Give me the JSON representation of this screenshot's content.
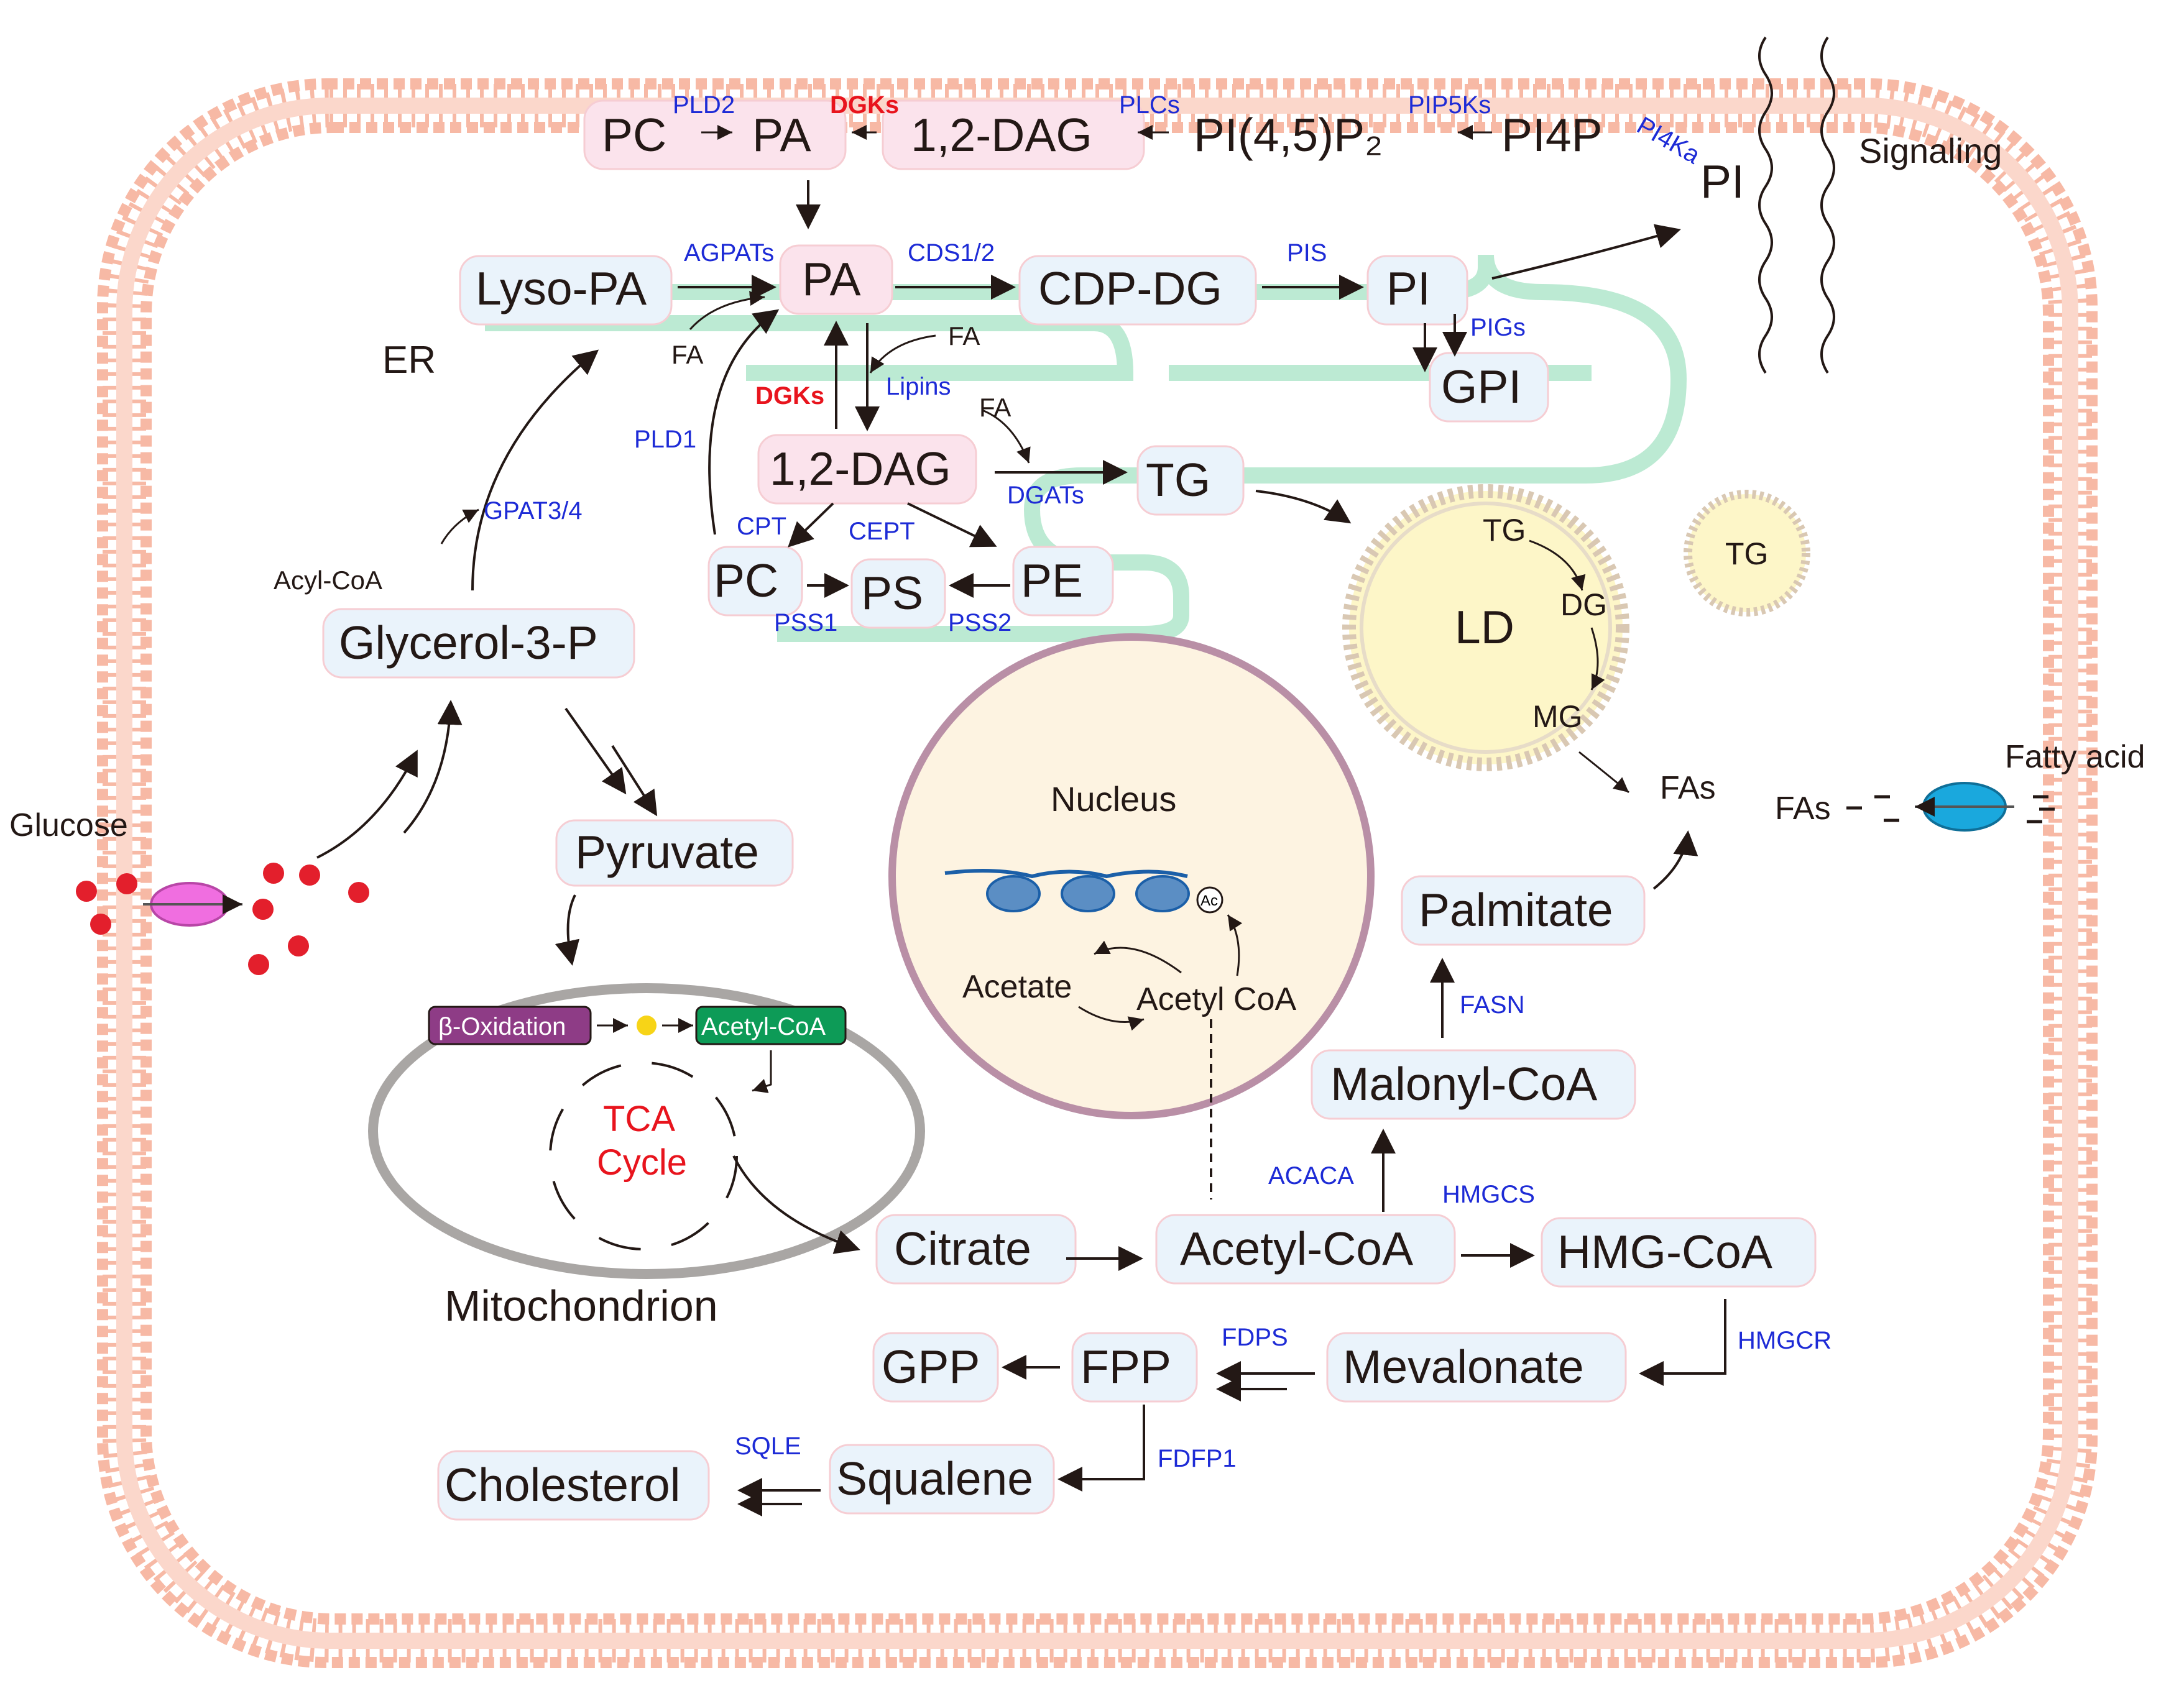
{
  "membrane": {
    "top": [
      "PC",
      "PA",
      "1,2-DAG",
      "PI(4,5)P₂",
      "PI4P",
      "PI"
    ],
    "enzymes": [
      "PLD2",
      "DGKs",
      "PLCs",
      "PIP5Ks",
      "PI4Ka"
    ],
    "signaling": "Signaling"
  },
  "er": {
    "label": "ER",
    "nodes": {
      "lyso_pa": "Lyso-PA",
      "pa": "PA",
      "cdp_dg": "CDP-DG",
      "pi": "PI",
      "gpi": "GPI",
      "dag": "1,2-DAG",
      "tg": "TG",
      "pc": "PC",
      "ps": "PS",
      "pe": "PE"
    },
    "enzymes": {
      "agpats": "AGPATs",
      "cds": "CDS1/2",
      "pis": "PIS",
      "pigs": "PIGs",
      "dgks": "DGKs",
      "lipins": "Lipins",
      "pld1": "PLD1",
      "dgats": "DGATs",
      "cpt": "CPT",
      "cept": "CEPT",
      "pss1": "PSS1",
      "pss2": "PSS2",
      "gpat": "GPAT3/4"
    },
    "small": {
      "fa1": "FA",
      "fa2": "FA",
      "fa3": "FA",
      "acyl_coa": "Acyl-CoA"
    }
  },
  "ld": {
    "label": "LD",
    "tg": "TG",
    "dg": "DG",
    "mg": "MG",
    "small_tg": "TG",
    "fas": "FAs"
  },
  "glycolysis": {
    "glucose": "Glucose",
    "g3p": "Glycerol-3-P",
    "pyruvate": "Pyruvate"
  },
  "mito": {
    "label": "Mitochondrion",
    "beta_ox": "β-Oxidation",
    "acetyl_coa": "Acetyl-CoA",
    "tca1": "TCA",
    "tca2": "Cycle"
  },
  "nucleus": {
    "label": "Nucleus",
    "acetate": "Acetate",
    "acetyl_coa": "Acetyl CoA",
    "ac": "Ac"
  },
  "fatty_acid": {
    "label": "Fatty acid",
    "fas": "FAs"
  },
  "synthesis": {
    "citrate": "Citrate",
    "acetyl_coa": "Acetyl-CoA",
    "hmg_coa": "HMG-CoA",
    "malonyl_coa": "Malonyl-CoA",
    "palmitate": "Palmitate",
    "mevalonate": "Mevalonate",
    "fpp": "FPP",
    "gpp": "GPP",
    "squalene": "Squalene",
    "cholesterol": "Cholesterol"
  },
  "synthesis_enzymes": {
    "acaca": "ACACA",
    "hmgcs": "HMGCS",
    "fasn": "FASN",
    "hmgcr": "HMGCR",
    "fdps": "FDPS",
    "fdfp1": "FDFP1",
    "sqle": "SQLE"
  },
  "colors": {
    "membrane": "#f7b9a5",
    "er": "#a6e3c4",
    "ld_fill": "#fdf6c8",
    "nucleus_fill": "#fdf3e1",
    "nucleus_ring": "#b98fa6",
    "enzyme_text": "#1d2bd6",
    "alert_text": "#e8141d",
    "mito_ring": "#a9a6a4",
    "glucose_dot": "#e31f2c",
    "glucose_transporter": "#f06ee0",
    "fa_transporter": "#1aa8dd",
    "beta_ox_box": "#8e3c86",
    "acetyl_box": "#0d9b57"
  }
}
